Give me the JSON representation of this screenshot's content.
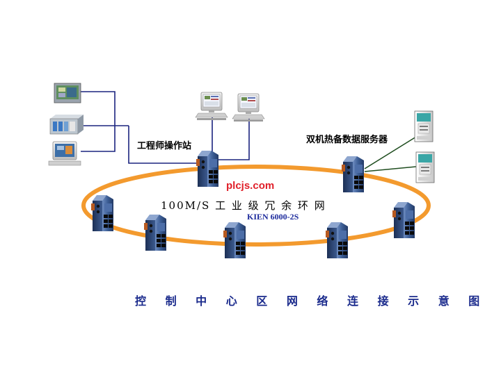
{
  "labels": {
    "engineer_station": "工程师操作站",
    "server": "双机热备数据服务器",
    "watermark": "plcjs.com",
    "ring_title": "100M/S 工 业 级 冗 余 环 网",
    "model": "KIEN 6000-2S",
    "caption": "控 制 中 心 区 网 络 连 接 示 意 图"
  },
  "colors": {
    "ring": "#f39a2e",
    "cable": "#1a237e",
    "server_link": "#1f4d1f",
    "switch_body": "#2f4f86",
    "caption": "#1a2a8c",
    "model": "#1c2a9c",
    "watermark": "#e0202a"
  },
  "icons": {
    "switch": "industrial-ethernet-switch-icon",
    "workstation": "desktop-computer-icon",
    "panel_pc": "touch-panel-monitor-icon",
    "plc": "plc-rack-icon",
    "server": "server-cabinet-icon"
  }
}
